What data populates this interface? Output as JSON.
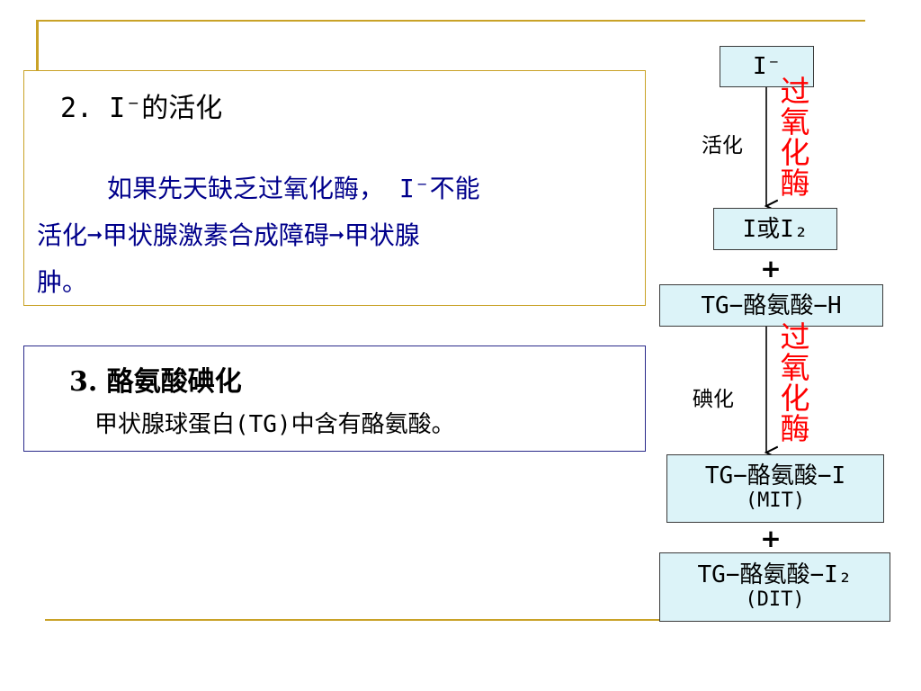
{
  "section_activation": {
    "heading": "2. I⁻的活化",
    "body_line1": "如果先天缺乏过氧化酶， I⁻不能",
    "body_line2": "活化➞甲状腺激素合成障碍➞甲状腺",
    "body_line3": "肿。"
  },
  "section_iodination": {
    "heading": "3. 酪氨酸碘化",
    "body": "甲状腺球蛋白(TG)中含有酪氨酸。"
  },
  "flow": {
    "box_iodide": "I⁻",
    "box_iodine": "I或I₂",
    "box_tg_h": "TG−酪氨酸−H",
    "box_mit_line1": "TG−酪氨酸−I",
    "box_mit_line2": "(MIT)",
    "box_dit_line1": "TG−酪氨酸−I₂",
    "box_dit_line2": "(DIT)",
    "plus_1": "+",
    "plus_2": "+",
    "label_activation": "活化",
    "label_iodination": "碘化",
    "enzyme_1": [
      "过",
      "氧",
      "化",
      "酶"
    ],
    "enzyme_2": [
      "过",
      "氧",
      "化",
      "酶"
    ]
  },
  "colors": {
    "gold_rule": "#c9a227",
    "body_blue": "#00008b",
    "enzyme_red": "#ff0000",
    "box_fill": "#dcf3f8"
  }
}
